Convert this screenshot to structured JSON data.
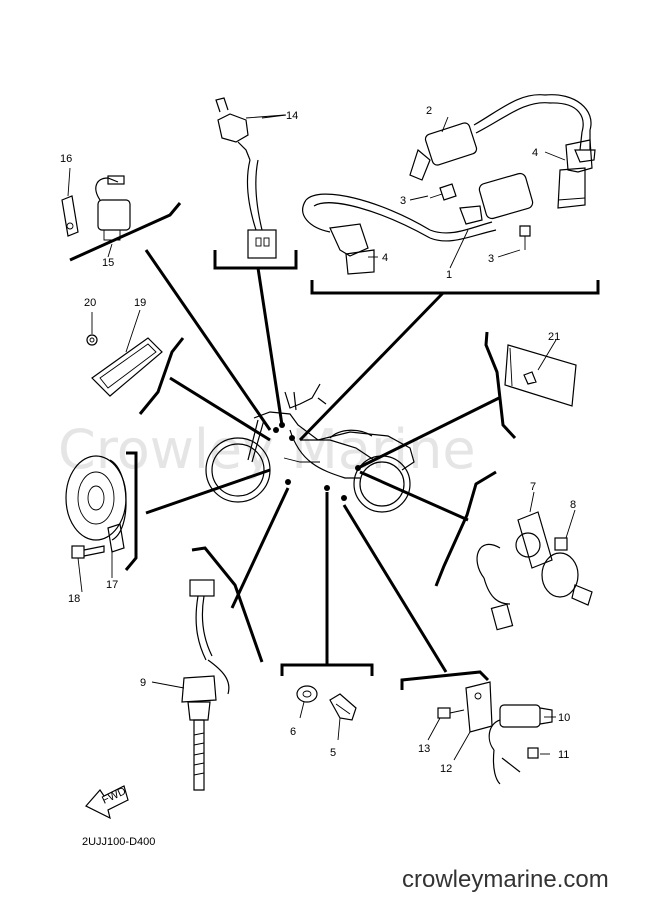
{
  "watermark": "Crowley Marine",
  "drawing_code": "2UJJ100-D400",
  "site_url": "crowleymarine.com",
  "fwd_label": "FWD",
  "callouts": {
    "c1": "1",
    "c2": "2",
    "c3a": "3",
    "c3b": "3",
    "c4a": "4",
    "c4b": "4",
    "c5": "5",
    "c6": "6",
    "c7": "7",
    "c8": "8",
    "c9": "9",
    "c10": "10",
    "c11": "11",
    "c12": "12",
    "c13": "13",
    "c14": "14",
    "c15": "15",
    "c16": "16",
    "c17": "17",
    "c18": "18",
    "c19": "19",
    "c20": "20",
    "c21": "21"
  }
}
